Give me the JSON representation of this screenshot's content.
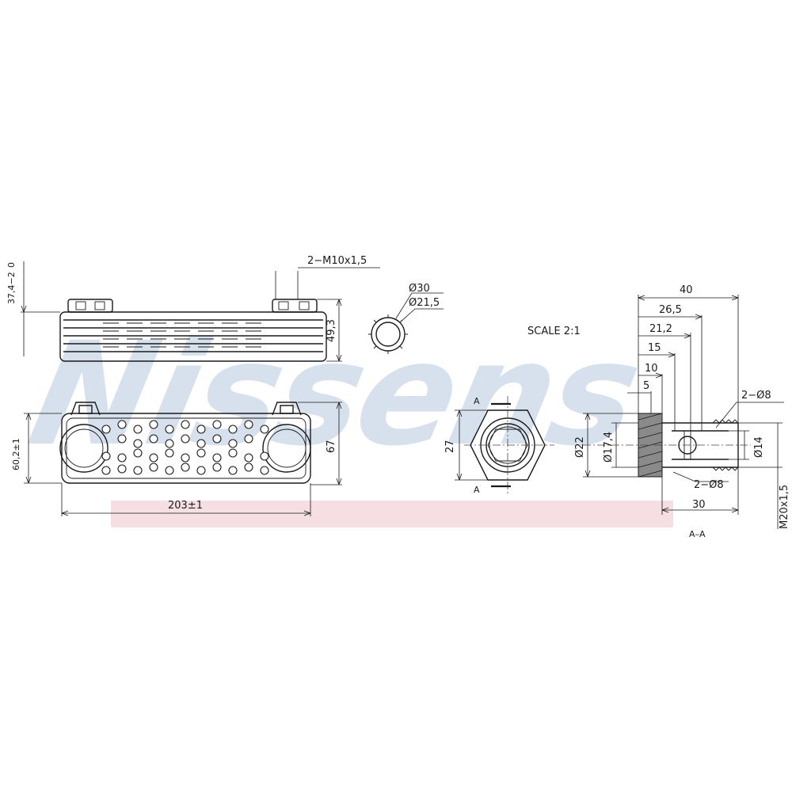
{
  "watermark": "Nissens",
  "scale_label": "SCALE 2:1",
  "section_label": "A–A",
  "section_marker": "A",
  "dimensions": {
    "side_top": "37,4−2",
    "side_zero": "0",
    "side_height": "49,3",
    "thread_ports": "2−M10x1,5",
    "ring_outer": "Ø30",
    "ring_inner": "Ø21,5",
    "top_height_tol": "60,2±1",
    "top_height": "67",
    "top_length": "203±1",
    "hex_across": "27",
    "sec_40": "40",
    "sec_26_5": "26,5",
    "sec_21_2": "21,2",
    "sec_15": "15",
    "sec_10": "10",
    "sec_5": "5",
    "sec_holes_top": "2−Ø8",
    "sec_holes_bottom": "2−Ø8",
    "sec_30": "30",
    "sec_d22": "Ø22",
    "sec_d17_4": "Ø17,4",
    "sec_d14": "Ø14",
    "sec_thread": "M20x1,5"
  }
}
